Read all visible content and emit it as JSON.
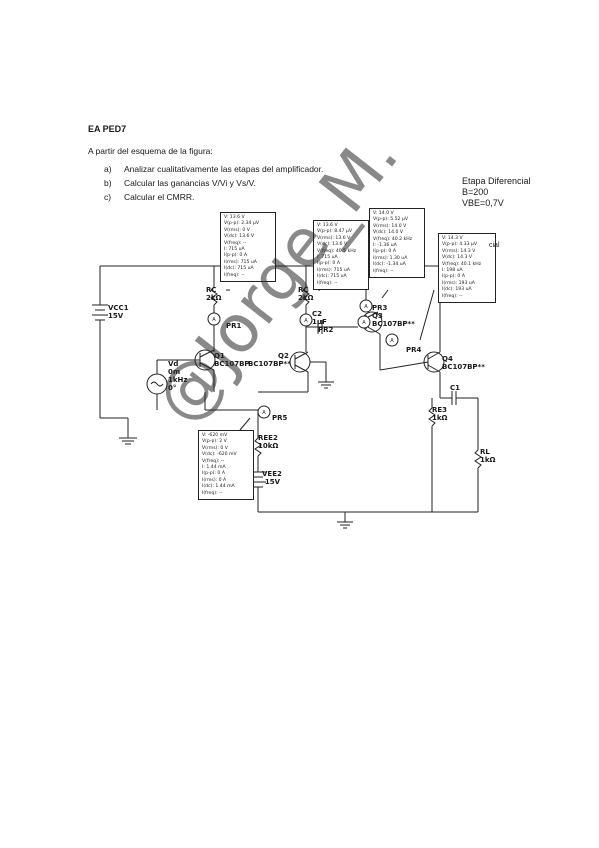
{
  "document": {
    "title": "EA PED7",
    "intro": "A partir del esquema de la figura:",
    "tasks": [
      {
        "label": "a)",
        "text": "Analizar cualitativamente las etapas del amplificador."
      },
      {
        "label": "b)",
        "text": "Calcular las ganancias V/Vi y Vs/V."
      },
      {
        "label": "c)",
        "text": "Calcular el CMRR."
      }
    ],
    "stage_params": [
      "Etapa Diferencial",
      "B=200",
      "VBE=0,7V"
    ],
    "watermark": "@Jorge_M."
  },
  "circuit": {
    "components": {
      "vcc": [
        "VCC1",
        "15V"
      ],
      "rc1": [
        "RC",
        "2kΩ"
      ],
      "rc2": [
        "RC",
        "2kΩ"
      ],
      "pr1": "PR1",
      "pr2": "PR2",
      "c2": [
        "C2",
        "1µF"
      ],
      "q1": [
        "Q1",
        "BC107BP"
      ],
      "q2": [
        "Q2",
        "BC107BP**"
      ],
      "q3": [
        "Q3",
        "BC107BP**"
      ],
      "pr3": "PR3",
      "pr4": "PR4",
      "q4": [
        "Q4",
        "BC107BP**"
      ],
      "vd": [
        "Vd",
        "0m",
        "1kHz",
        "0°"
      ],
      "pr5": "PR5",
      "ree2": [
        "REE2",
        "10kΩ"
      ],
      "vee2": [
        "VEE2",
        "-15V"
      ],
      "c1": "C1",
      "re3": [
        "RE3",
        "1kΩ"
      ],
      "rl": [
        "RL",
        "1kΩ"
      ],
      "partial_label": "cial"
    },
    "probes": {
      "pr1": [
        "V: 13.6 V",
        "V(p-p): 2.34 µV",
        "V(rms): 0 V",
        "V(dc): 13.6 V",
        "V(freq): --",
        "I: 715 uA",
        "I(p-p): 0 A",
        "I(rms): 715 uA",
        "I(dc): 715 uA",
        "I(freq): --"
      ],
      "pr2": [
        "V: 13.6 V",
        "V(p-p): 8.47 µV",
        "V(rms): 13.6 V",
        "V(dc): 13.6 V",
        "V(freq): 40.5 kHz",
        "I: 715 uA",
        "I(p-p): 0 A",
        "I(rms): 715 uA",
        "I(dc): 715 uA",
        "I(freq): --"
      ],
      "pr3": [
        "V: 14.0 V",
        "V(p-p): 5.52 µV",
        "V(rms): 14.0 V",
        "V(dc): 14.0 V",
        "V(freq): 40.2 kHz",
        "I: -1.36 uA",
        "I(p-p): 0 A",
        "I(rms): 1.30 uA",
        "I(dc): -1.34 uA",
        "I(freq): --"
      ],
      "pr4": [
        "V: 14.3 V",
        "V(p-p): 4.33 µV",
        "V(rms): 14.3 V",
        "V(dc): 14.3 V",
        "V(freq): 40.1 kHz",
        "I: 198 uA",
        "I(p-p): 0 A",
        "I(rms): 193 uA",
        "I(dc): 193 uA",
        "I(freq): --"
      ],
      "pr5": [
        "V: -620 mV",
        "V(p-p): 2 V",
        "V(rms): 0 V",
        "V(dc): -620 mV",
        "V(freq): --",
        "I: 1.44 mA",
        "I(p-p): 0 A",
        "I(rms): 0 A",
        "I(dc): 1.44 mA",
        "I(freq): --"
      ]
    }
  }
}
